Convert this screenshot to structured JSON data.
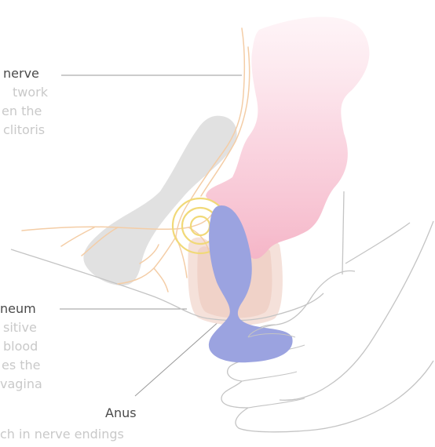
{
  "labels": {
    "nerve": {
      "title": "nerve",
      "lines": [
        "twork",
        "en the",
        "clitoris"
      ]
    },
    "perineum": {
      "title": "neum",
      "lines": [
        "sitive",
        "blood",
        "es the",
        "vagina"
      ]
    },
    "anus": {
      "title": "Anus",
      "lines": [
        "ch in nerve endings"
      ]
    }
  },
  "colors": {
    "nerve": "#f4cda6",
    "outline": "#c4c4c4",
    "bone": "#e1e1e1",
    "rectum_pink": "#f5b3c6",
    "plug": "#9ba3e0",
    "rings": "#f1d978",
    "tissue": "#f3d8cf",
    "title_text": "#4a4a4a",
    "desc_text": "#c9c9c9"
  }
}
